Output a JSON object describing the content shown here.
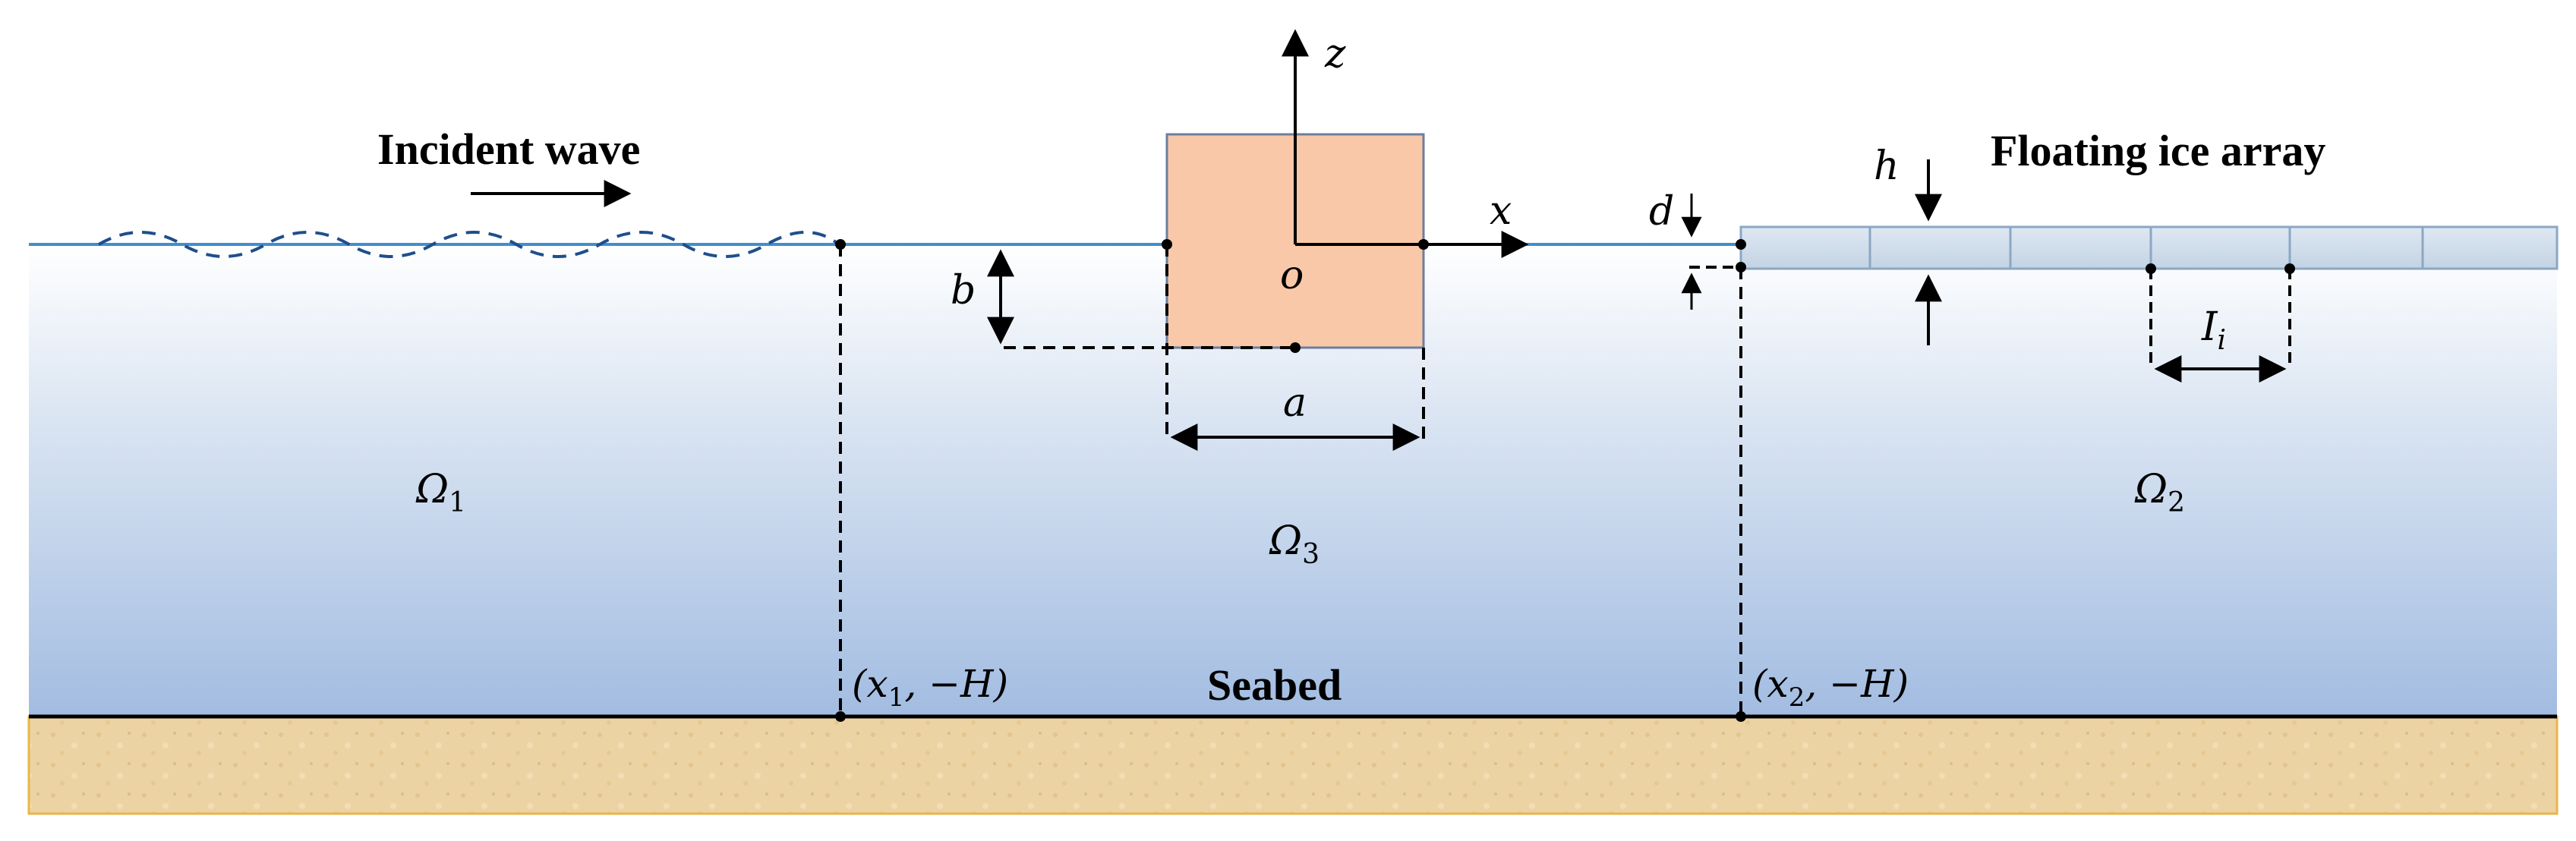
{
  "labels": {
    "incident_wave": "Incident wave",
    "floating_ice_array": "Floating ice array",
    "seabed": "Seabed",
    "omega_1": "Ω",
    "omega_1_sub": "1",
    "omega_2": "Ω",
    "omega_2_sub": "2",
    "omega_3": "Ω",
    "omega_3_sub": "3",
    "axis_z": "z",
    "axis_x": "x",
    "origin": "o",
    "dim_a": "a",
    "dim_b": "b",
    "dim_d": "d",
    "dim_h": "h",
    "dim_I": "I",
    "dim_I_sub": "i",
    "point_1": "(x",
    "point_1_sub": "1",
    "point_1_rest": ", −H)",
    "point_2": "(x",
    "point_2_sub": "2",
    "point_2_rest": ", −H)"
  },
  "colors": {
    "water_top": "#ffffff",
    "water_mid": "#d2deef",
    "water_bottom": "#9fbae0",
    "surface_line": "#3e8fd0",
    "wave_dash": "#1f4e8c",
    "structure_fill": "#f8c8a8",
    "structure_stroke": "#6c7e9e",
    "ice_fill": "#cfdcea",
    "ice_stroke": "#8ba7c4",
    "sand": "#ecd3a4",
    "sand_border": "#e8b64a",
    "ink": "#000000"
  }
}
